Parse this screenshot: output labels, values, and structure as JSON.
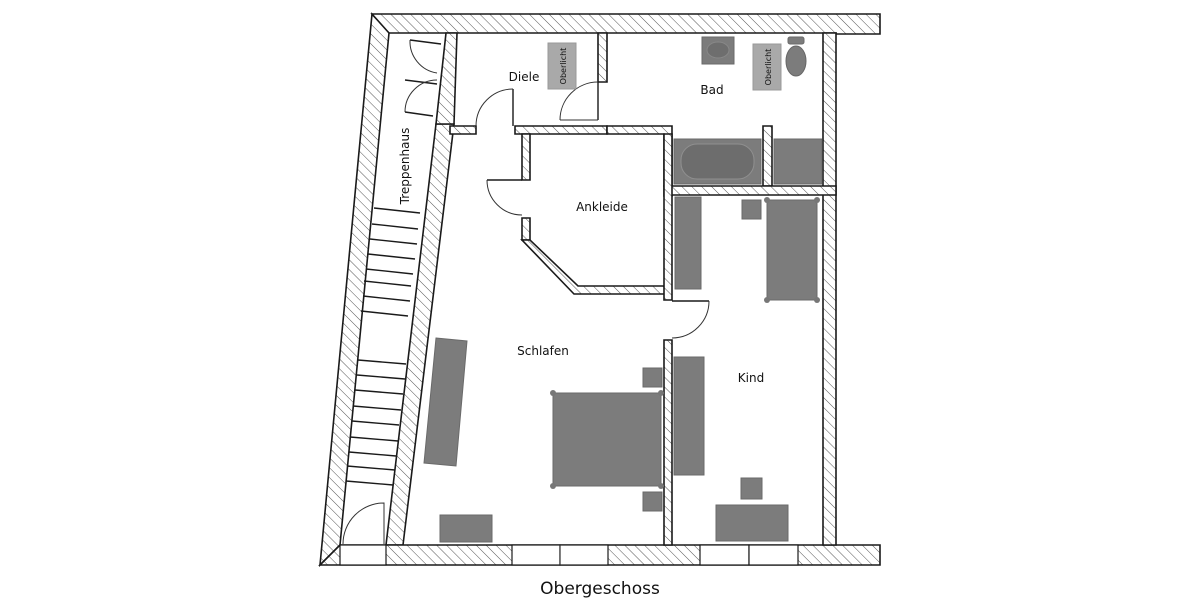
{
  "plan": {
    "title": "Obergeschoss",
    "rooms": {
      "treppenhaus": "Treppenhaus",
      "diele": "Diele",
      "bad": "Bad",
      "ankleide": "Ankleide",
      "schlafen": "Schlafen",
      "kind": "Kind"
    },
    "labels": {
      "oberlicht_diele": "Oberlicht",
      "oberlicht_bad": "Oberlicht"
    }
  },
  "colors": {
    "wall_stroke": "#1a1a1a",
    "furniture": "#7c7c7c",
    "oberlicht": "#a9a9a9",
    "background": "#ffffff"
  }
}
